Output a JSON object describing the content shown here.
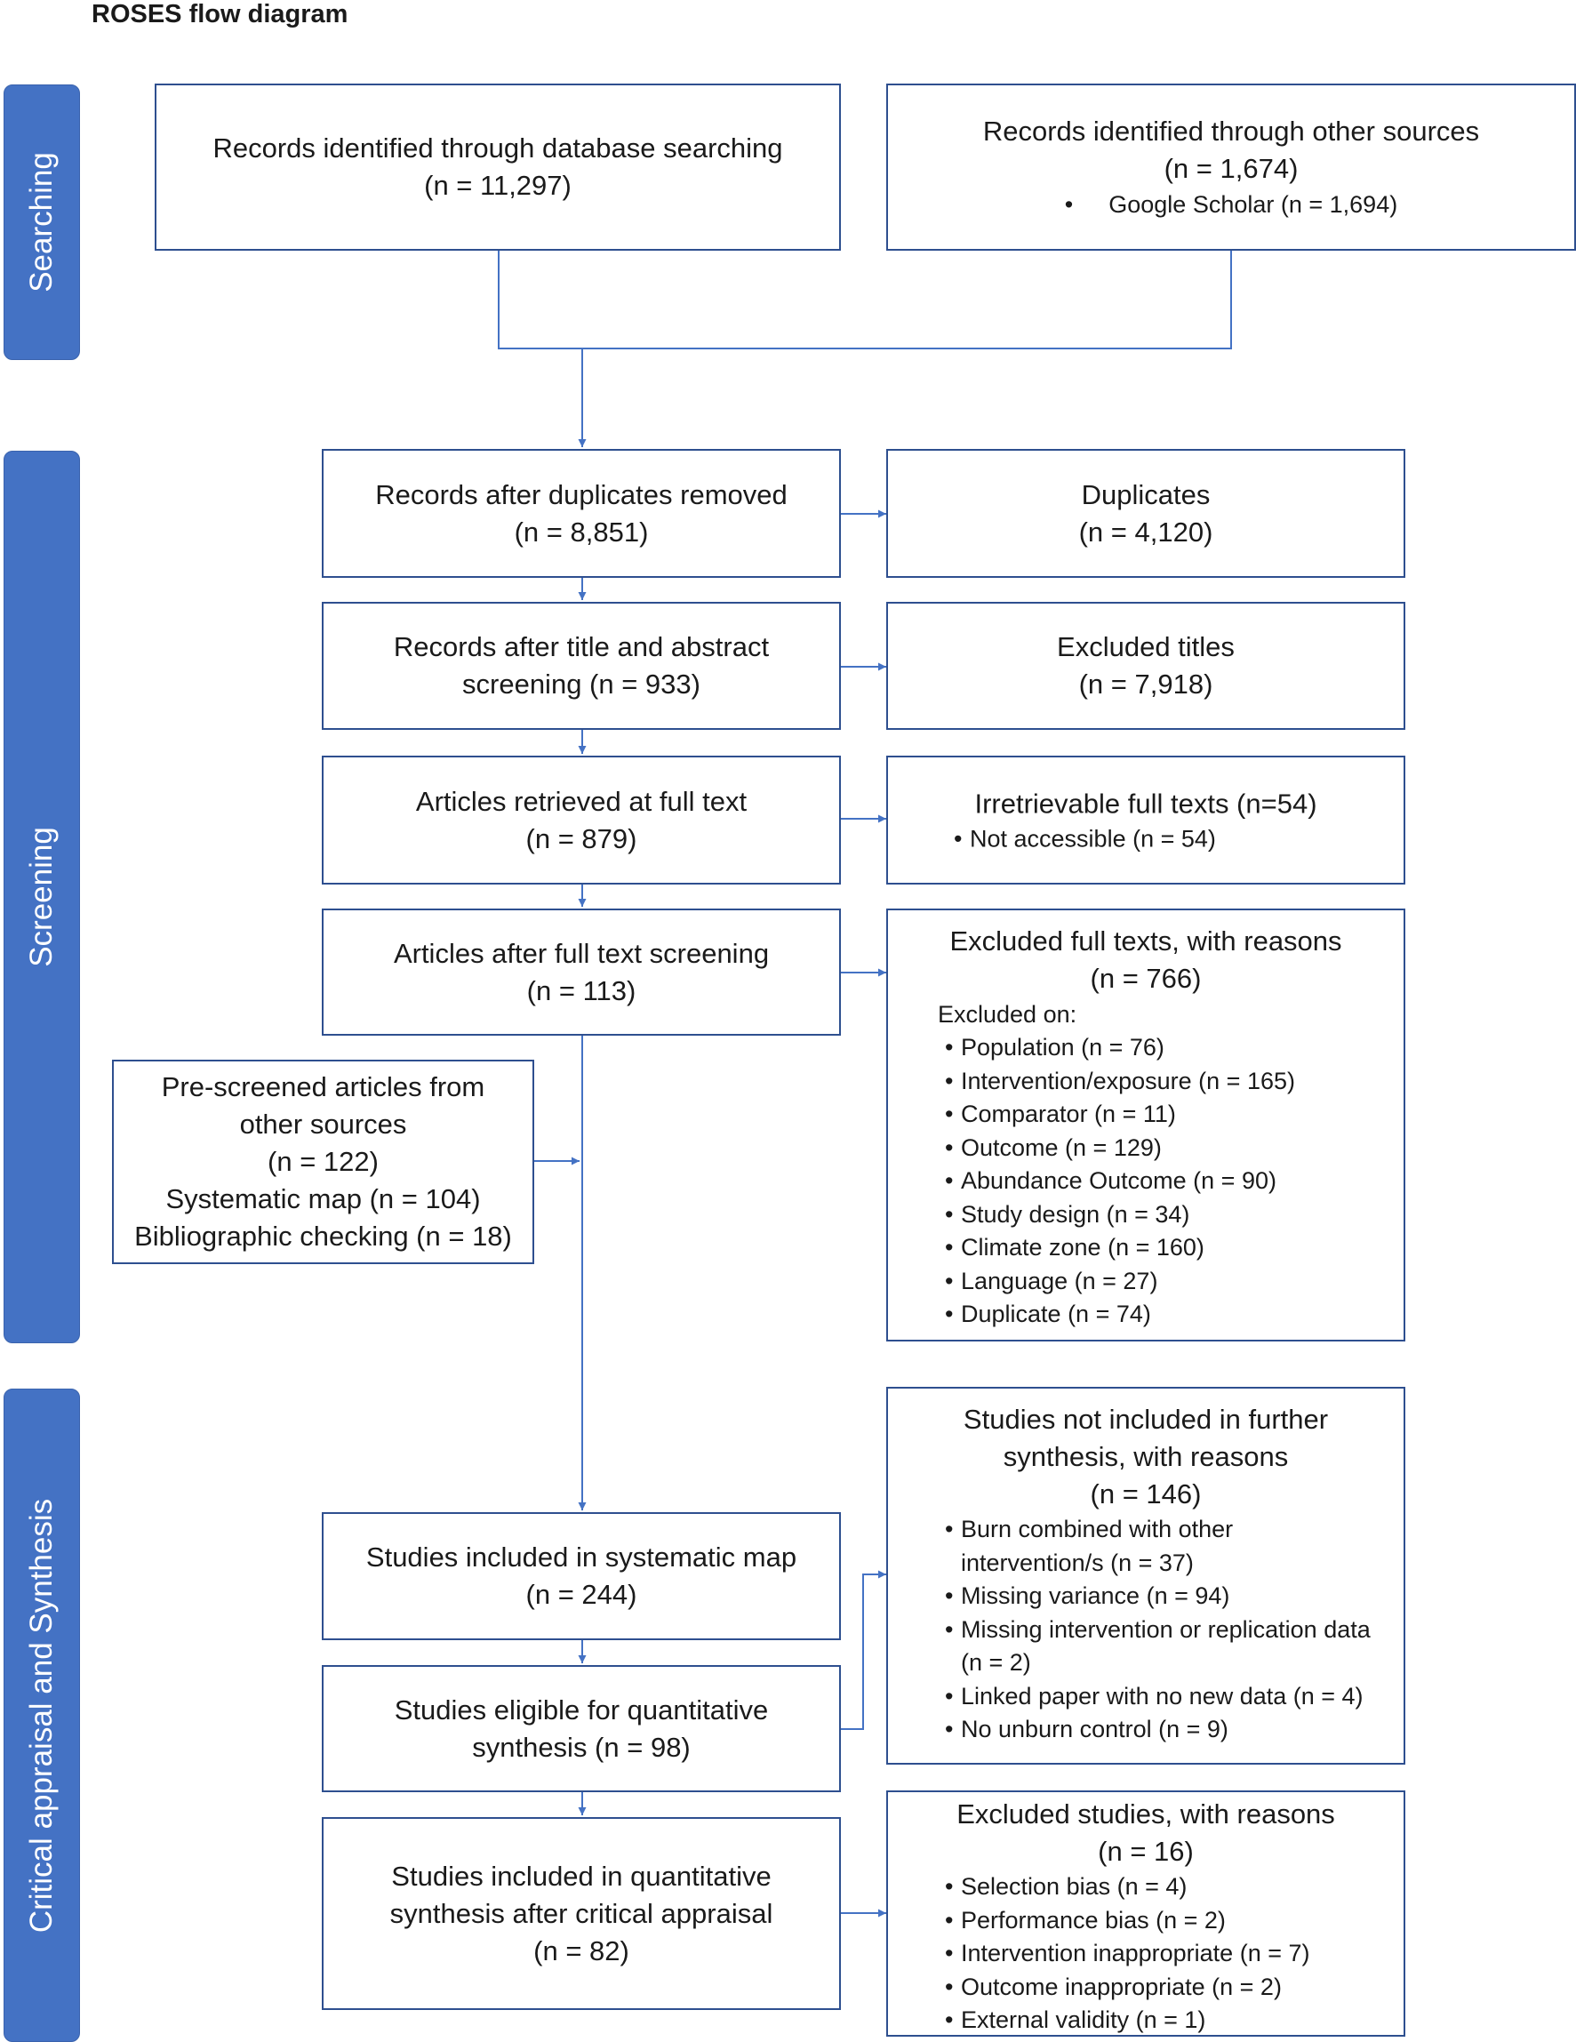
{
  "title": "ROSES flow diagram",
  "stages": {
    "searching": "Searching",
    "screening": "Screening",
    "critical": "Critical appraisal and Synthesis"
  },
  "boxes": {
    "db_search": {
      "line1": "Records identified through database searching",
      "line2": "(n = 11,297)"
    },
    "other_sources": {
      "line1": "Records identified through other sources",
      "line2": "(n = 1,674)",
      "bullet": "Google Scholar (n = 1,694)"
    },
    "dedup": {
      "line1": "Records after duplicates removed",
      "line2": "(n = 8,851)"
    },
    "duplicates": {
      "line1": "Duplicates",
      "line2": "(n = 4,120)"
    },
    "title_abstract": {
      "line1": "Records after title and abstract",
      "line2": "screening (n = 933)"
    },
    "excluded_titles": {
      "line1": "Excluded titles",
      "line2": "(n = 7,918)"
    },
    "retrieved": {
      "line1": "Articles retrieved at full text",
      "line2": "(n = 879)"
    },
    "irretrievable": {
      "line1": "Irretrievable full texts (n=54)",
      "bullet": "Not accessible (n = 54)"
    },
    "full_text_screened": {
      "line1": "Articles after full text screening",
      "line2": "(n = 113)"
    },
    "excluded_full_texts": {
      "line1": "Excluded full texts, with reasons",
      "line2": "(n = 766)",
      "subhead": "Excluded on:",
      "items": [
        "Population (n = 76)",
        "Intervention/exposure (n = 165)",
        "Comparator (n = 11)",
        "Outcome (n = 129)",
        "Abundance Outcome (n = 90)",
        "Study design (n = 34)",
        "Climate zone (n = 160)",
        "Language (n = 27)",
        "Duplicate (n = 74)"
      ]
    },
    "prescreened": {
      "line1": "Pre-screened articles from",
      "line2": "other sources",
      "line3": "(n = 122)",
      "line4": "Systematic map (n = 104)",
      "line5": "Bibliographic checking (n = 18)"
    },
    "systematic_map": {
      "line1": "Studies included in systematic map",
      "line2": "(n = 244)"
    },
    "not_included": {
      "line1": "Studies not included in further",
      "line2": "synthesis, with reasons",
      "line3": "(n = 146)",
      "items": [
        "Burn combined with other intervention/s (n = 37)",
        "Missing variance (n = 94)",
        "Missing intervention or replication data (n = 2)",
        "Linked paper with no new data (n = 4)",
        "No unburn control (n = 9)"
      ]
    },
    "eligible": {
      "line1": "Studies eligible for quantitative",
      "line2": "synthesis (n = 98)"
    },
    "quant_synthesis": {
      "line1": "Studies included in quantitative",
      "line2": "synthesis after critical appraisal",
      "line3": "(n = 82)"
    },
    "excluded_studies": {
      "line1": "Excluded studies, with reasons",
      "line2": "(n = 16)",
      "items": [
        "Selection bias (n = 4)",
        "Performance bias (n = 2)",
        "Intervention inappropriate (n = 7)",
        "Outcome inappropriate (n = 2)",
        "External validity (n = 1)"
      ]
    }
  }
}
